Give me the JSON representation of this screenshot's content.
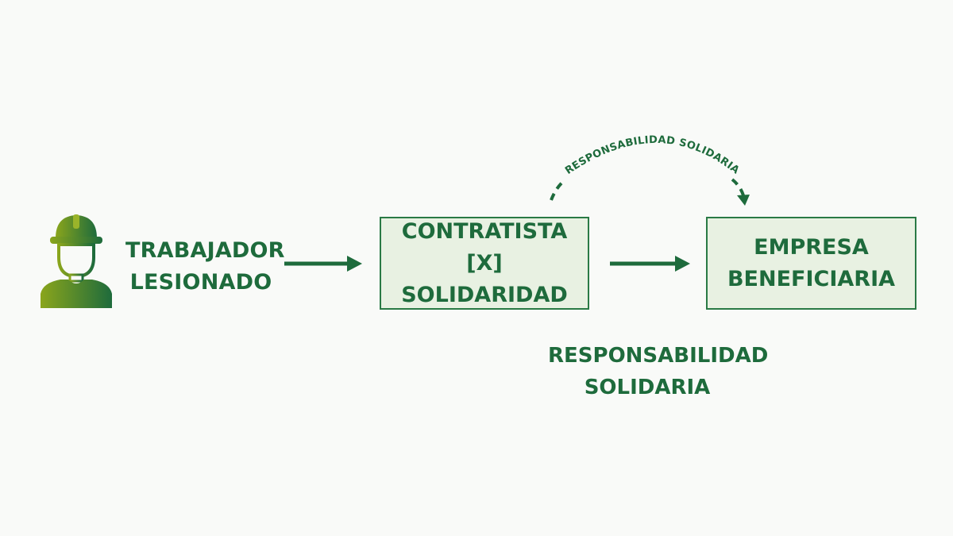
{
  "worker": {
    "icon": "worker-hardhat-icon",
    "label_line1": "TRABAJADOR",
    "label_line2": "LESIONADO"
  },
  "contractor": {
    "line1": "CONTRATISTA [X]",
    "line2": "SOLIDARIDAD"
  },
  "company": {
    "line1": "EMPRESA",
    "line2": "BENEFICIARIA"
  },
  "arc_label": "RESPONSABILIDAD SOLIDARIA",
  "bottom_label": {
    "line1": "RESPONSABILIDAD",
    "line2": "SOLIDARIA"
  },
  "colors": {
    "primary_green": "#1e6b3c",
    "box_fill": "#e8f1e2",
    "box_border": "#2a7a45",
    "icon_gradient_start": "#8aa51c",
    "icon_gradient_end": "#1e6b3c",
    "background": "#f9faf8"
  }
}
